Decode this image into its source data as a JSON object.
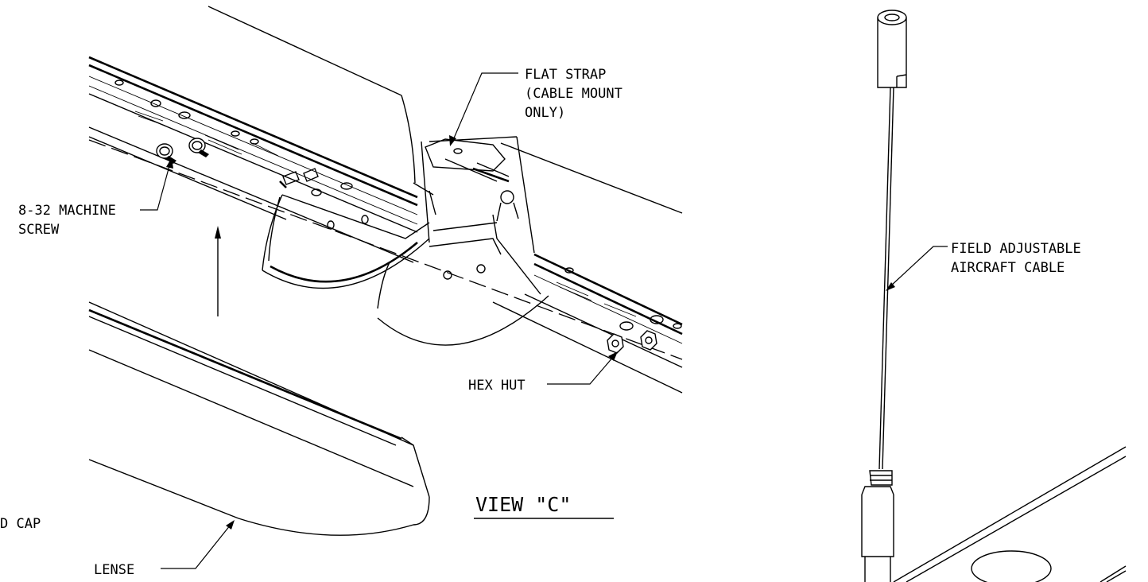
{
  "drawing": {
    "labels": {
      "flat_strap": [
        "FLAT STRAP",
        "(CABLE MOUNT",
        "ONLY)"
      ],
      "machine_screw": [
        "8-32 MACHINE",
        "SCREW"
      ],
      "hex_nut": "HEX HUT",
      "end_cap": "D CAP",
      "lense": "LENSE",
      "aircraft_cable": [
        "FIELD ADJUSTABLE",
        "AIRCRAFT CABLE"
      ]
    },
    "view_title": "VIEW \"C\""
  }
}
